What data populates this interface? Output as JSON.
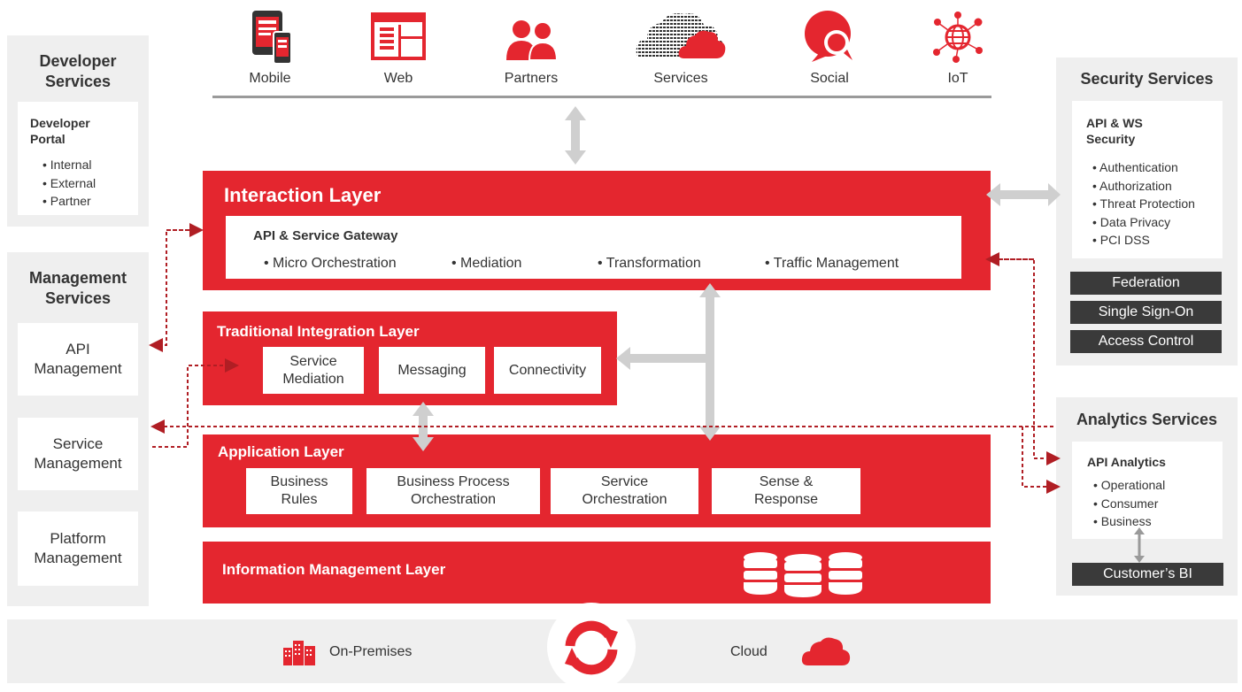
{
  "channels": {
    "items": [
      {
        "label": "Mobile",
        "icon": "mobile-tablet-icon"
      },
      {
        "label": "Web",
        "icon": "web-page-icon"
      },
      {
        "label": "Partners",
        "icon": "partners-icon"
      },
      {
        "label": "Services",
        "icon": "cloud-services-icon"
      },
      {
        "label": "Social",
        "icon": "social-chat-icon"
      },
      {
        "label": "IoT",
        "icon": "iot-globe-icon"
      }
    ]
  },
  "developer_services": {
    "title": "Developer Services",
    "portal_title": "Developer Portal",
    "items": [
      "Internal",
      "External",
      "Partner"
    ]
  },
  "management_services": {
    "title": "Management Services",
    "items": [
      "API Management",
      "Service Management",
      "Platform Management"
    ]
  },
  "interaction_layer": {
    "title": "Interaction Layer",
    "gateway_title": "API & Service Gateway",
    "features": [
      "Micro Orchestration",
      "Mediation",
      "Transformation",
      "Traffic Management"
    ]
  },
  "integration_layer": {
    "title": "Traditional Integration Layer",
    "items": [
      "Service Mediation",
      "Messaging",
      "Connectivity"
    ]
  },
  "application_layer": {
    "title": "Application Layer",
    "items": [
      "Business Rules",
      "Business Process Orchestration",
      "Service Orchestration",
      "Sense & Response"
    ]
  },
  "information_layer": {
    "title": "Information Management Layer",
    "icon": "database-icon"
  },
  "security_services": {
    "title": "Security Services",
    "card_title": "API & WS Security",
    "items": [
      "Authentication",
      "Authorization",
      "Threat Protection",
      "Data Privacy",
      "PCI DSS"
    ],
    "bars": [
      "Federation",
      "Single Sign-On",
      "Access Control"
    ]
  },
  "analytics_services": {
    "title": "Analytics Services",
    "card_title": "API Analytics",
    "items": [
      "Operational",
      "Consumer",
      "Business"
    ],
    "bi_label": "Customer’s BI"
  },
  "deployment": {
    "on_premises": "On-Premises",
    "cloud": "Cloud"
  },
  "colors": {
    "brand_red": "#e4262f",
    "panel_gray": "#efefef",
    "dark_bar": "#3a3a3a",
    "arrow_gray": "#cfcfcf",
    "dotted_arrow": "#b01e24"
  }
}
